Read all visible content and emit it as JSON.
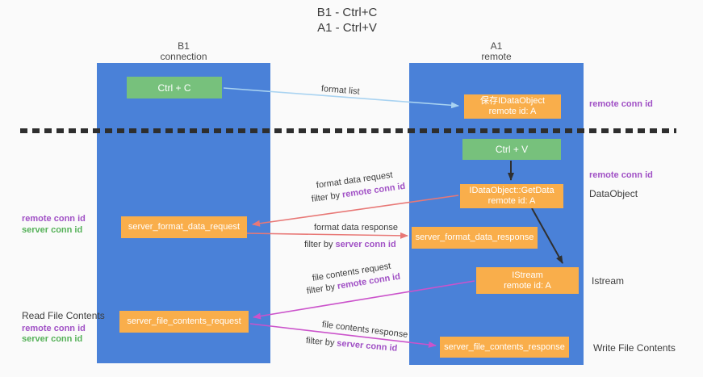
{
  "title": {
    "line1": "B1 - Ctrl+C",
    "line2": "A1 - Ctrl+V"
  },
  "columns": {
    "left": {
      "name": "B1",
      "subtitle": "connection"
    },
    "right": {
      "name": "A1",
      "subtitle": "remote"
    }
  },
  "boxes": {
    "ctrl_c": "Ctrl + C",
    "ctrl_v": "Ctrl + V",
    "save_dataobject": {
      "line1": "保存IDataObject",
      "line2": "remote id: A"
    },
    "getdata": {
      "line1": "IDataObject::GetData",
      "line2": "remote id: A"
    },
    "istream": {
      "line1": "IStream",
      "line2": "remote id: A"
    },
    "server_format_data_request": "server_format_data_request",
    "server_format_data_response": "server_format_data_response",
    "server_file_contents_request": "server_file_contents_request",
    "server_file_contents_response": "server_file_contents_response"
  },
  "arrow_labels": {
    "format_list": "format list",
    "format_data_request": "format data request",
    "format_data_response": "format data response",
    "file_contents_request": "file contents request",
    "file_contents_response": "file contents response",
    "filter_by": "filter by",
    "remote_conn_id": "remote conn id",
    "server_conn_id": "server conn id"
  },
  "side_labels": {
    "remote_conn_id": "remote conn id",
    "server_conn_id": "server conn id",
    "dataobject": "DataObject",
    "istream": "Istream",
    "read_file_contents": "Read File Contents",
    "write_file_contents": "Write File Contents"
  },
  "colors": {
    "column-blue": "#4a81d8",
    "box-green": "#77c17c",
    "box-orange": "#f9ae4b",
    "arrow-lightblue": "#a9d3f1",
    "arrow-salmon": "#e87876",
    "arrow-magenta": "#cb53cb",
    "arrow-black": "#2f2f2f",
    "text-purple": "#a050c5",
    "text-green": "#55b158"
  }
}
